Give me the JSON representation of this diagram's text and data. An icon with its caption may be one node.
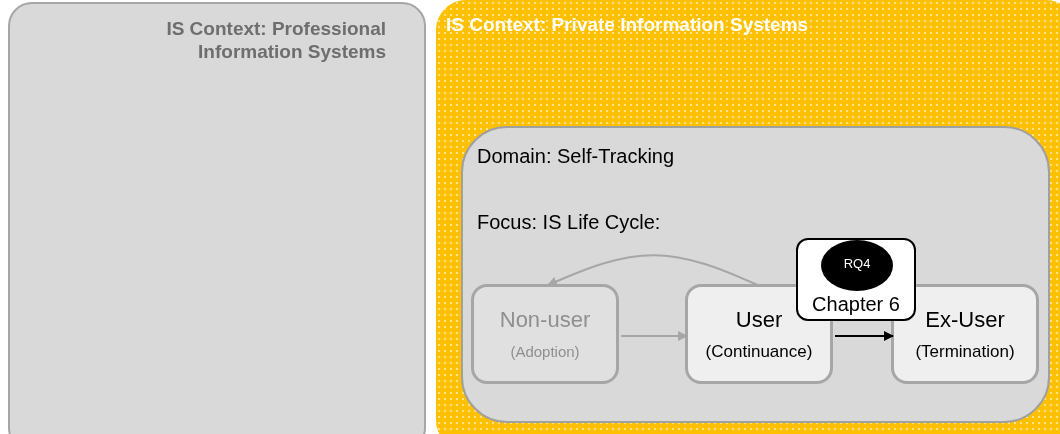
{
  "diagram": {
    "nodes": [
      {
        "text": [
          "IS Context: Professional Information Systems"
        ]
      },
      {
        "text": [
          "IS Context: Private Information Systems"
        ]
      },
      {
        "text": [
          "Domain: Self-Tracking",
          "Focus: IS Life Cycle:"
        ],
        "in": 1
      },
      {
        "text": [
          "Non-user",
          "(Adoption)"
        ],
        "in": 2
      },
      {
        "text": [
          "User",
          "(Continuance)"
        ],
        "in": 2
      },
      {
        "text": [
          "Ex-User",
          "(Termination)"
        ],
        "in": 2
      },
      {
        "text": [
          "Chapter 6"
        ],
        "in": 2
      },
      {
        "text": [
          "RQ4"
        ],
        "in": 6
      }
    ],
    "edges": [
      {
        "from": 4,
        "to": 3,
        "arrow": "to"
      },
      {
        "from": 3,
        "to": 4,
        "arrow": "to"
      },
      {
        "from": 4,
        "to": 5,
        "arrow": "to",
        "color": "#000000"
      }
    ]
  }
}
